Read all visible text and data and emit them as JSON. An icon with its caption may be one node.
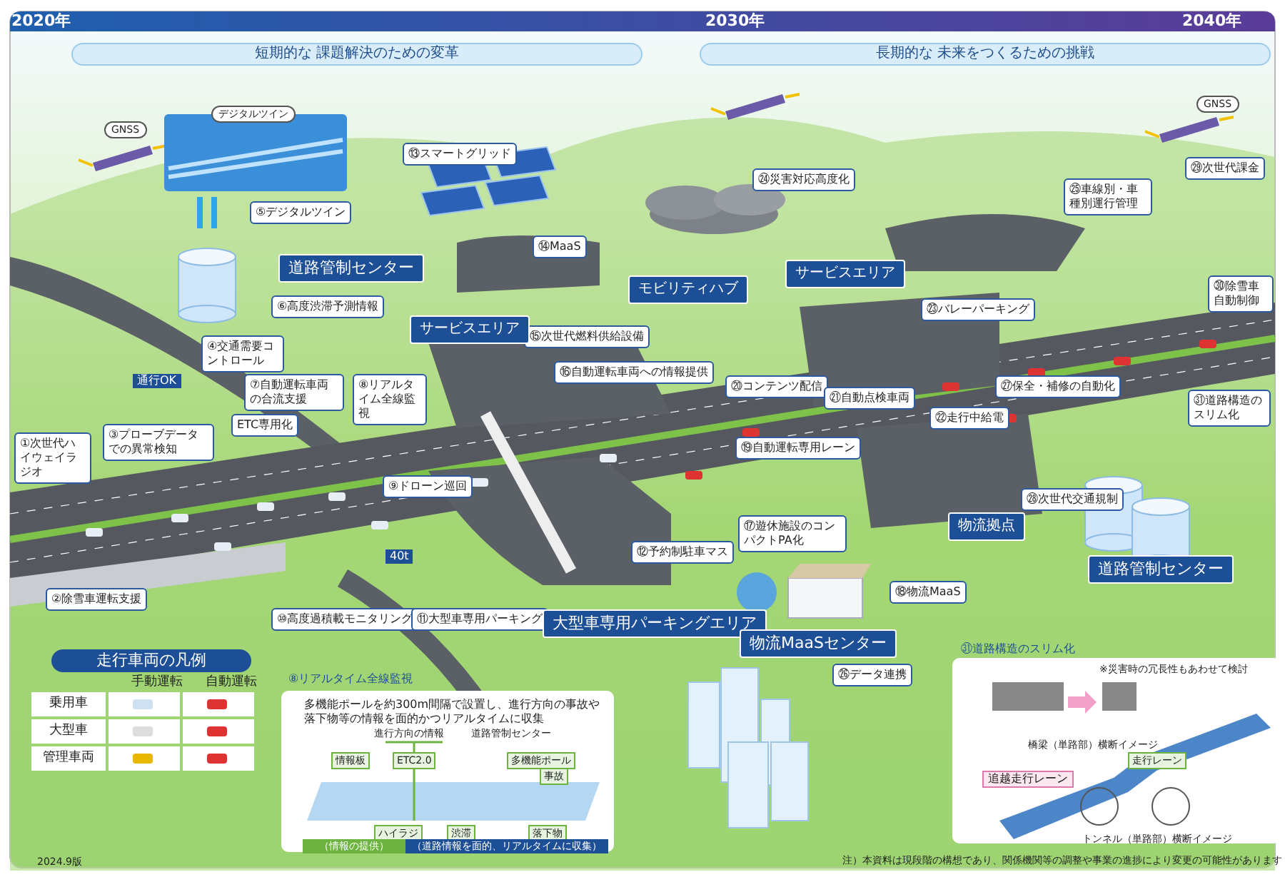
{
  "diagram": {
    "nodes": [
      {
        "text": [
          "短期的な 課題解決のための変革"
        ]
      },
      {
        "text": [
          "長期的な 未来をつくるための挑戦"
        ]
      },
      {
        "text": [
          "①次世代ハイウェイラジオ"
        ]
      },
      {
        "text": [
          "②除雪車運転支援"
        ]
      },
      {
        "text": [
          "③プローブデータでの異常検知"
        ]
      },
      {
        "text": [
          "④交通需要コントロール"
        ]
      },
      {
        "text": [
          "⑤デジタルツイン"
        ]
      },
      {
        "text": [
          "⑥高度渋滞予測情報"
        ]
      },
      {
        "text": [
          "⑦自動運転車両の合流支援"
        ]
      },
      {
        "text": [
          "ETC専用化"
        ]
      },
      {
        "text": [
          "⑧リアルタイム全線監視"
        ]
      },
      {
        "text": [
          "⑨ドローン巡回"
        ]
      },
      {
        "text": [
          "⑩高度過積載モニタリング"
        ]
      },
      {
        "text": [
          "⑪大型車専用パーキング"
        ]
      },
      {
        "text": [
          "⑫予約制駐車マス"
        ]
      },
      {
        "text": [
          "⑬スマートグリッド"
        ]
      },
      {
        "text": [
          "⑭MaaS"
        ]
      },
      {
        "text": [
          "⑮次世代燃料供給設備"
        ]
      },
      {
        "text": [
          "⑯自動運転車両への情報提供"
        ]
      },
      {
        "text": [
          "⑰遊休施設のコンパクトPA化"
        ]
      },
      {
        "text": [
          "⑱物流MaaS"
        ]
      },
      {
        "text": [
          "⑲自動運転専用レーン"
        ]
      },
      {
        "text": [
          "⑳コンテンツ配信"
        ]
      },
      {
        "text": [
          "㉑自動点検車両"
        ]
      },
      {
        "text": [
          "㉒走行中給電"
        ]
      },
      {
        "text": [
          "㉓バレーパーキング"
        ]
      },
      {
        "text": [
          "㉔災害対応高度化"
        ]
      },
      {
        "text": [
          "㉕車線別・車種別運行管理"
        ]
      },
      {
        "text": [
          "㉖データ連携"
        ]
      },
      {
        "text": [
          "㉗保全・補修の自動化"
        ]
      },
      {
        "text": [
          "㉘次世代交通規制"
        ]
      },
      {
        "text": [
          "㉙次世代課金"
        ]
      },
      {
        "text": [
          "㉚除雪車自動制御"
        ]
      },
      {
        "text": [
          "㉛道路構造のスリム化"
        ]
      },
      {
        "text": [
          "道路管制センター"
        ]
      },
      {
        "text": [
          "サービスエリア"
        ]
      },
      {
        "text": [
          "モビリティハブ"
        ]
      },
      {
        "text": [
          "サービスエリア"
        ]
      },
      {
        "text": [
          "大型車専用パーキングエリア"
        ]
      },
      {
        "text": [
          "物流拠点"
        ]
      },
      {
        "text": [
          "物流MaaSセンター"
        ]
      },
      {
        "text": [
          "道路管制センター"
        ]
      }
    ],
    "labels": [
      "2020年",
      "2030年",
      "2040年",
      "GNSS",
      "デジタルツイン",
      "通行OK",
      "40t",
      "GNSS",
      "走行車両の凡例",
      "手動運転",
      "自動運転",
      "乗用車",
      "大型車",
      "管理車両",
      "⑧リアルタイム全線監視",
      "多機能ポールを約300m間隔で設置し、進行方向の事故や落下物等の情報を面的かつリアルタイムに収集",
      "進行方向の情報",
      "道路管制センター",
      "情報板",
      "ETC2.0",
      "多機能ポール",
      "事故",
      "ハイラジ",
      "渋滞",
      "落下物",
      "（情報の提供）",
      "（道路情報を面的、リアルタイムに収集）",
      "2024.9版",
      "㉛道路構造のスリム化",
      "※災害時の冗長性もあわせて検討",
      "橋梁（単路部）横断イメージ",
      "走行レーン",
      "追越走行レーン",
      "トンネル（単路部）横断イメージ",
      "注）本資料は現段階の構想であり、関係機関等の調整や事業の進捗により変更の可能性があります"
    ]
  }
}
